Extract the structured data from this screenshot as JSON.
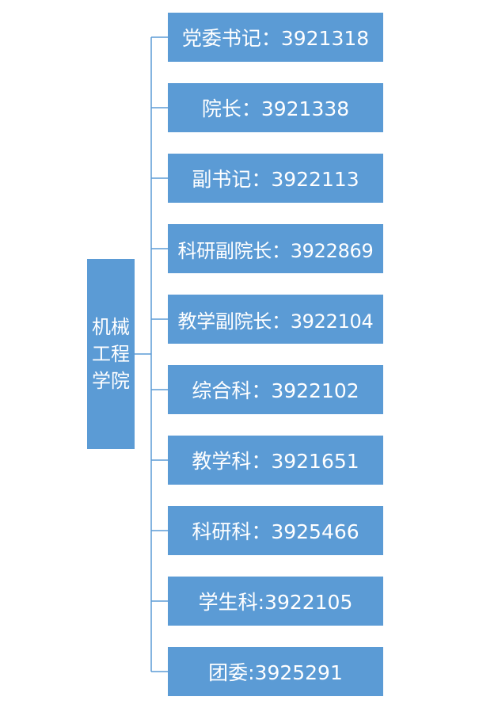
{
  "root": {
    "label": "机械工程学院"
  },
  "nodes": [
    {
      "label": "党委书记：3921318"
    },
    {
      "label": "院长：3921338"
    },
    {
      "label": "副书记：3922113"
    },
    {
      "label": "科研副院长：3922869"
    },
    {
      "label": "教学副院长：3922104"
    },
    {
      "label": "综合科：3922102"
    },
    {
      "label": "教学科：3921651"
    },
    {
      "label": "科研科：3925466"
    },
    {
      "label": "学生科:3922105"
    },
    {
      "label": "团委:3925291"
    }
  ],
  "colors": {
    "box_fill": "#5b9bd5",
    "box_text": "#ffffff",
    "connector": "#5b9bd5"
  }
}
